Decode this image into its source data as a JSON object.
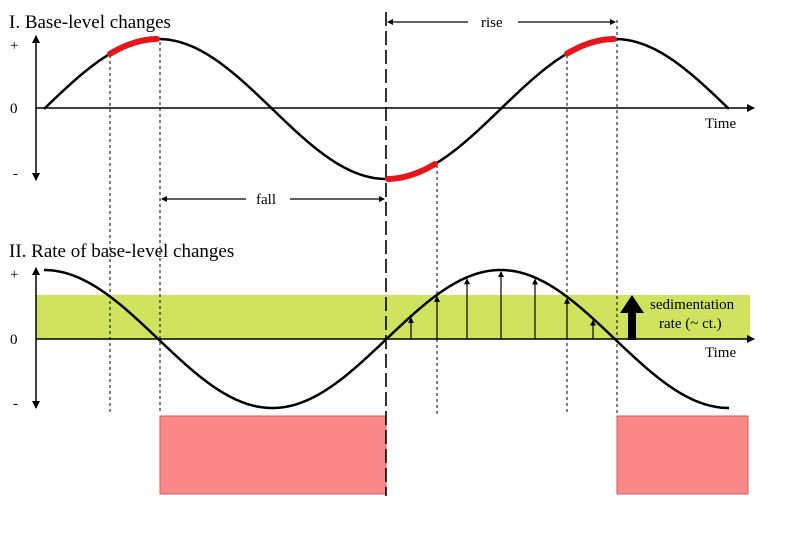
{
  "panel1": {
    "title": "I. Base-level changes",
    "tick_plus": "+",
    "tick_zero": "0",
    "tick_minus": "-",
    "time_label": "Time",
    "rise_label": "rise",
    "fall_label": "fall"
  },
  "panel2": {
    "title": "II. Rate of base-level changes",
    "tick_plus": "+",
    "tick_zero": "0",
    "tick_minus": "-",
    "time_label": "Time",
    "sed_label_line1": "sedimentation",
    "sed_label_line2": "rate (~ ct.)"
  },
  "colors": {
    "highlight_red": "#e8141c",
    "band_green": "#cfe35e",
    "box_pink": "#fb8888",
    "box_border": "#c06060",
    "line": "#000000"
  }
}
